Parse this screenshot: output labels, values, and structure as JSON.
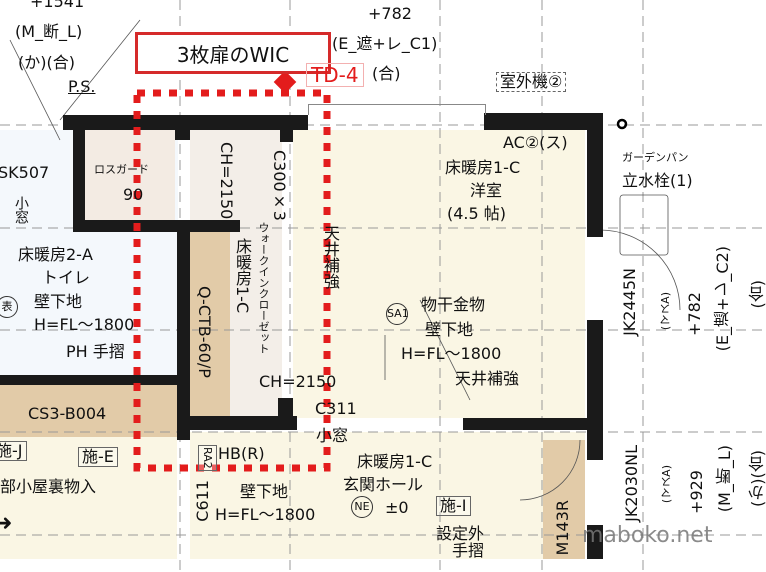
{
  "callout": {
    "title": "3枚扉のWIC",
    "door_tag": "TD-4"
  },
  "labels": {
    "tl_elev": "+1541",
    "tl_code": "(M_断_L)",
    "tl_note": "(か)(合)",
    "ps": "P.S.",
    "top_elev": "+782",
    "top_code": "(E_遮+レ_C1)",
    "top_note": "(合)",
    "outdoor_unit": "室外機②",
    "sk": "SK507",
    "toilet_window": "小窓",
    "toilet_heat": "床暖房2-A",
    "toilet": "トイレ",
    "toilet_wall": "壁下地",
    "toilet_h": "H=FL～1800",
    "toilet_rail": "PH 手摺",
    "toilet_mark": "表",
    "rosguard": "ロスガード",
    "rosguard_size": "90",
    "wic_ch1": "CH=2150",
    "wic_c300": "C300×3",
    "wic_heat": "床暖房1-C",
    "wic_name": "ウォークインクローゼット",
    "closet_code": "Q-CTB-60/P",
    "wic_ch2": "CH=2150",
    "c311": "C311",
    "wic_ceiling": "天井補強",
    "ac": "AC②(ス)",
    "room_heat": "床暖房1-C",
    "room_name": "洋室",
    "room_size": "(4.5 帖)",
    "garden_pan": "ガーデンパン",
    "faucet": "立水栓(1)",
    "sa1": "SA1",
    "dry_hardware": "物干金物",
    "room_wall": "壁下地",
    "room_h": "H=FL～1800",
    "room_ceiling": "天井補強",
    "w1_code": "JK2445N",
    "w1_type": "(マスA)",
    "w1_elev": "+782",
    "w1_spec": "(E_遮+レ_C2)",
    "w1_note": "(合)",
    "w2_code": "JK2030NL",
    "w2_type": "(マスA)",
    "w2_elev": "+929",
    "w2_spec": "(M_断_L)",
    "w2_note": "(か)(合)",
    "cs3": "CS3-B004",
    "se_j": "施-J",
    "se_e": "施-E",
    "attic": "部小屋裏物入",
    "ra2": "RA2",
    "hb": "HB(R)",
    "hall_window": "小窓",
    "hall_heat": "床暖房1-C",
    "hall_name": "玄関ホール",
    "ne": "NE",
    "hall_level": "±0",
    "se_i": "施-I",
    "out_of_spec": "設定外",
    "hall_rail": "手摺",
    "hall_wall": "壁下地",
    "hall_h": "H=FL～1800",
    "c611": "C611",
    "m143r": "M143R"
  },
  "watermark": "maboko.net",
  "colors": {
    "wall": "#1a1a1a",
    "accent": "#e31c1c",
    "room": "#faf6e4",
    "tan": "#e2cba8",
    "toilet": "#f4f8fc"
  }
}
